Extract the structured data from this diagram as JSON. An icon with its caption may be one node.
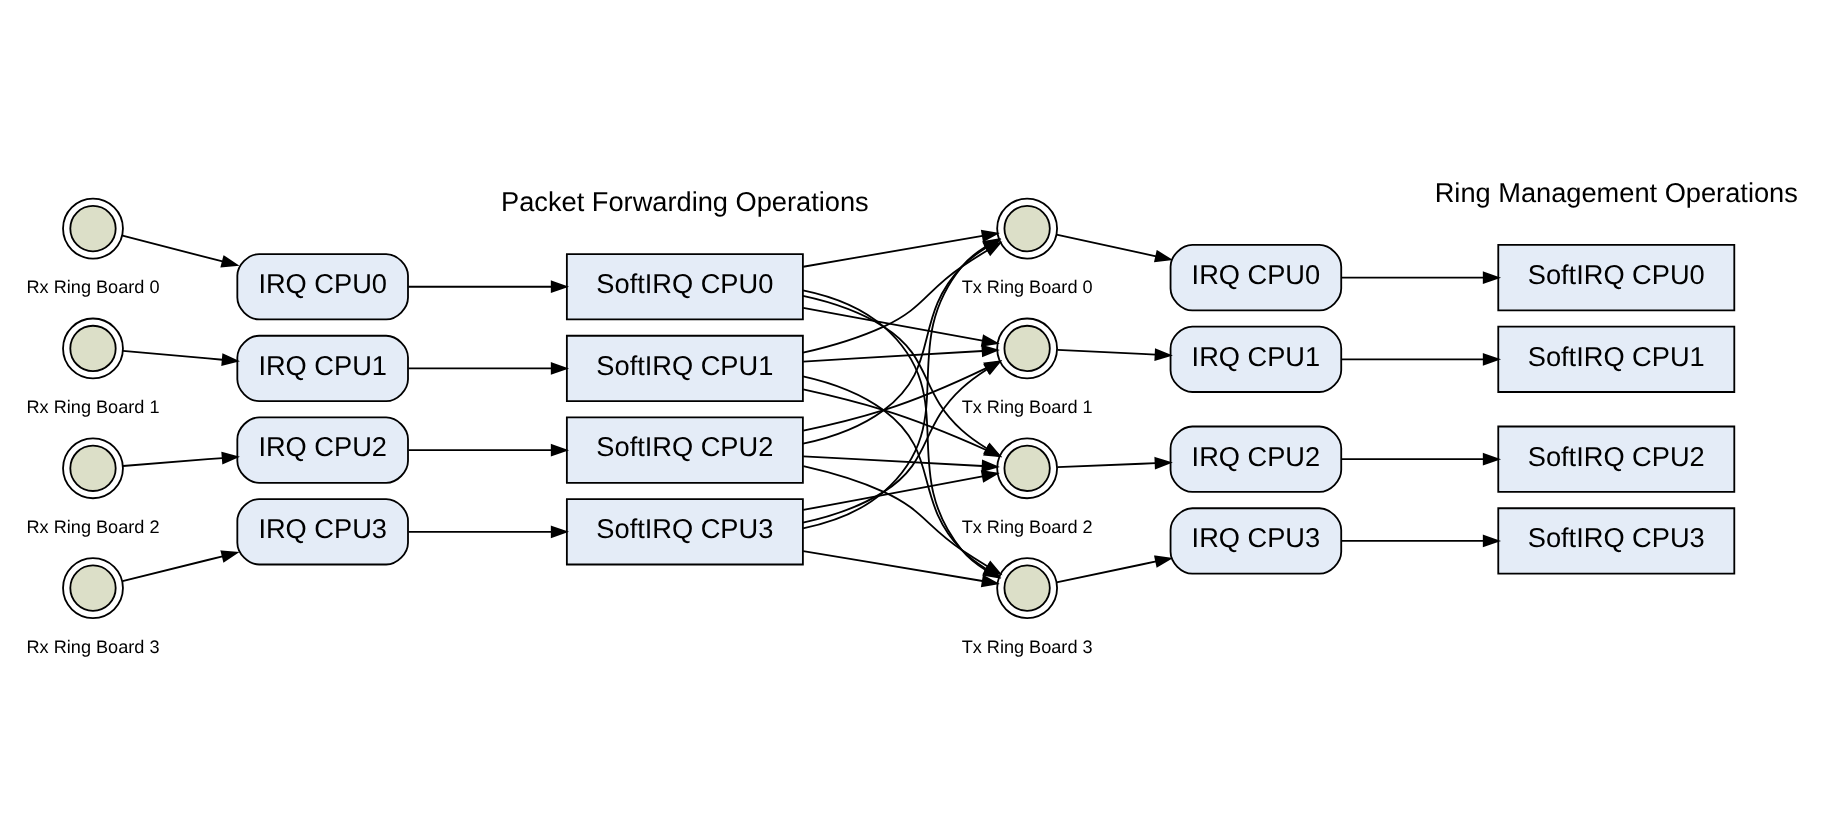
{
  "diagram": {
    "nodes": [
      {
        "text": [],
        "shape": "circle",
        "beside": [
          "Rx Ring Board 0"
        ]
      },
      {
        "text": [
          "IRQ CPU0"
        ]
      },
      {
        "text": [
          "SoftIRQ CPU0"
        ]
      },
      {
        "text": [],
        "shape": "circle",
        "beside": [
          "Tx Ring Board 0"
        ]
      },
      {
        "text": [
          "IRQ CPU0"
        ]
      },
      {
        "text": [
          "SoftIRQ CPU0"
        ]
      },
      {
        "text": [],
        "shape": "circle",
        "beside": [
          "Rx Ring Board 1"
        ]
      },
      {
        "text": [
          "IRQ CPU1"
        ]
      },
      {
        "text": [
          "SoftIRQ CPU1"
        ]
      },
      {
        "text": [],
        "shape": "circle",
        "beside": [
          "Tx Ring Board 1"
        ]
      },
      {
        "text": [
          "IRQ CPU1"
        ]
      },
      {
        "text": [
          "SoftIRQ CPU1"
        ]
      },
      {
        "text": [],
        "shape": "circle",
        "beside": [
          "Rx Ring Board 2"
        ]
      },
      {
        "text": [
          "IRQ CPU2"
        ]
      },
      {
        "text": [
          "SoftIRQ CPU2"
        ]
      },
      {
        "text": [],
        "shape": "circle",
        "beside": [
          "Tx Ring Board 2"
        ]
      },
      {
        "text": [
          "IRQ CPU2"
        ]
      },
      {
        "text": [
          "SoftIRQ CPU2"
        ]
      },
      {
        "text": [],
        "shape": "circle",
        "beside": [
          "Rx Ring Board 3"
        ]
      },
      {
        "text": [
          "IRQ CPU3"
        ]
      },
      {
        "text": [
          "SoftIRQ CPU3"
        ]
      },
      {
        "text": [],
        "shape": "circle",
        "beside": [
          "Tx Ring Board 3"
        ]
      },
      {
        "text": [
          "IRQ CPU3"
        ]
      },
      {
        "text": [
          "SoftIRQ CPU3"
        ]
      }
    ],
    "edges": [
      {
        "from": 0,
        "to": 1,
        "arrow": "to"
      },
      {
        "from": 1,
        "to": 2,
        "arrow": "to"
      },
      {
        "from": 6,
        "to": 7,
        "arrow": "to"
      },
      {
        "from": 7,
        "to": 8,
        "arrow": "to"
      },
      {
        "from": 12,
        "to": 13,
        "arrow": "to"
      },
      {
        "from": 13,
        "to": 14,
        "arrow": "to"
      },
      {
        "from": 18,
        "to": 19,
        "arrow": "to"
      },
      {
        "from": 19,
        "to": 20,
        "arrow": "to"
      },
      {
        "from": 2,
        "to": 3,
        "arrow": "to"
      },
      {
        "from": 2,
        "to": 9,
        "arrow": "to"
      },
      {
        "from": 2,
        "to": 15,
        "arrow": "to"
      },
      {
        "from": 2,
        "to": 21,
        "arrow": "to"
      },
      {
        "from": 8,
        "to": 3,
        "arrow": "to"
      },
      {
        "from": 8,
        "to": 9,
        "arrow": "to"
      },
      {
        "from": 8,
        "to": 15,
        "arrow": "to"
      },
      {
        "from": 8,
        "to": 21,
        "arrow": "to"
      },
      {
        "from": 14,
        "to": 3,
        "arrow": "to"
      },
      {
        "from": 14,
        "to": 9,
        "arrow": "to"
      },
      {
        "from": 14,
        "to": 15,
        "arrow": "to"
      },
      {
        "from": 14,
        "to": 21,
        "arrow": "to"
      },
      {
        "from": 20,
        "to": 3,
        "arrow": "to"
      },
      {
        "from": 20,
        "to": 9,
        "arrow": "to"
      },
      {
        "from": 20,
        "to": 15,
        "arrow": "to"
      },
      {
        "from": 20,
        "to": 21,
        "arrow": "to"
      },
      {
        "from": 3,
        "to": 4,
        "arrow": "to"
      },
      {
        "from": 4,
        "to": 5,
        "arrow": "to"
      },
      {
        "from": 9,
        "to": 10,
        "arrow": "to"
      },
      {
        "from": 10,
        "to": 11,
        "arrow": "to"
      },
      {
        "from": 15,
        "to": 16,
        "arrow": "to"
      },
      {
        "from": 16,
        "to": 17,
        "arrow": "to"
      },
      {
        "from": 21,
        "to": 22,
        "arrow": "to"
      },
      {
        "from": 22,
        "to": 23,
        "arrow": "to"
      }
    ],
    "labels": [
      "Packet Forwarding Operations",
      "Ring Management Operations"
    ]
  }
}
